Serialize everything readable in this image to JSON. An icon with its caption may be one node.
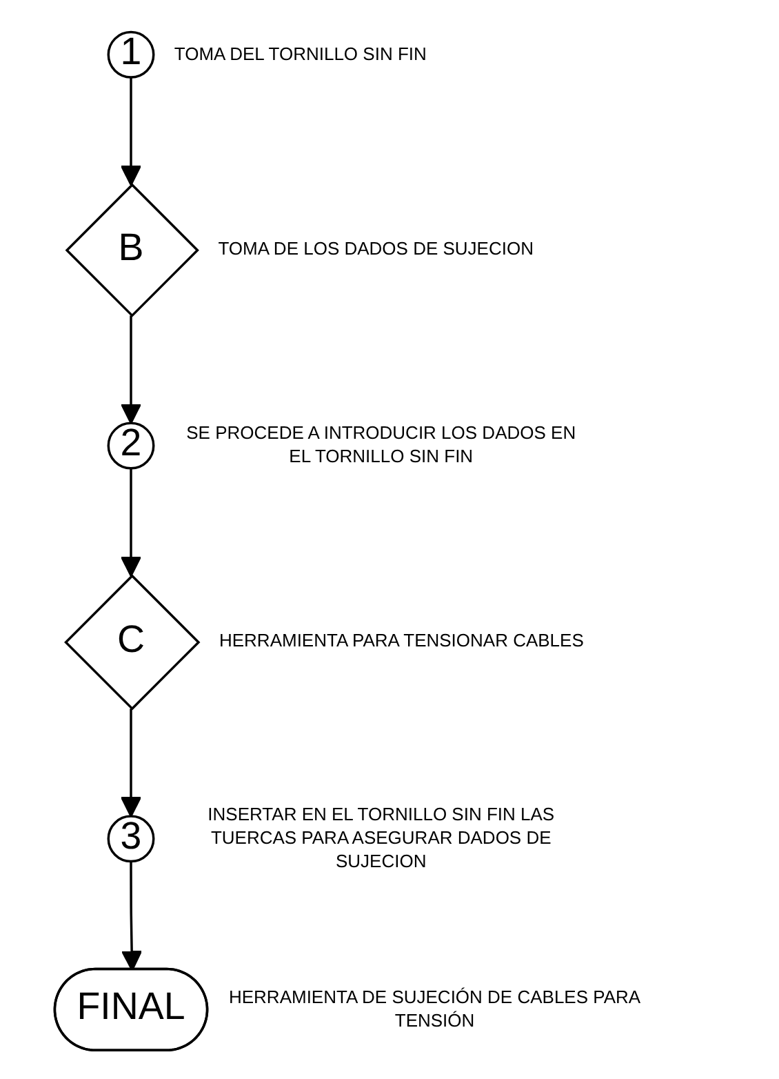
{
  "diagram": {
    "nodes": [
      {
        "text": [
          "1"
        ],
        "beside": [
          "TOMA DEL TORNILLO SIN FIN"
        ]
      },
      {
        "text": [
          "B"
        ],
        "beside": [
          "TOMA DE LOS DADOS DE SUJECION"
        ]
      },
      {
        "text": [
          "2"
        ],
        "beside": [
          "SE PROCEDE A INTRODUCIR LOS DADOS EN EL TORNILLO SIN FIN"
        ]
      },
      {
        "text": [
          "C"
        ],
        "beside": [
          "HERRAMIENTA PARA TENSIONAR CABLES"
        ]
      },
      {
        "text": [
          "3"
        ],
        "beside": [
          "INSERTAR EN EL TORNILLO SIN FIN LAS TUERCAS PARA ASEGURAR DADOS DE SUJECION"
        ]
      },
      {
        "text": [
          "FINAL"
        ],
        "beside": [
          "HERRAMIENTA DE SUJECIÓN DE CABLES PARA TENSIÓN"
        ]
      }
    ],
    "edges": [
      {
        "from": 0,
        "to": 1,
        "arrow": "to"
      },
      {
        "from": 1,
        "to": 2,
        "arrow": "to"
      },
      {
        "from": 2,
        "to": 3,
        "arrow": "to"
      },
      {
        "from": 3,
        "to": 4,
        "arrow": "to"
      },
      {
        "from": 4,
        "to": 5,
        "arrow": "to"
      }
    ]
  }
}
